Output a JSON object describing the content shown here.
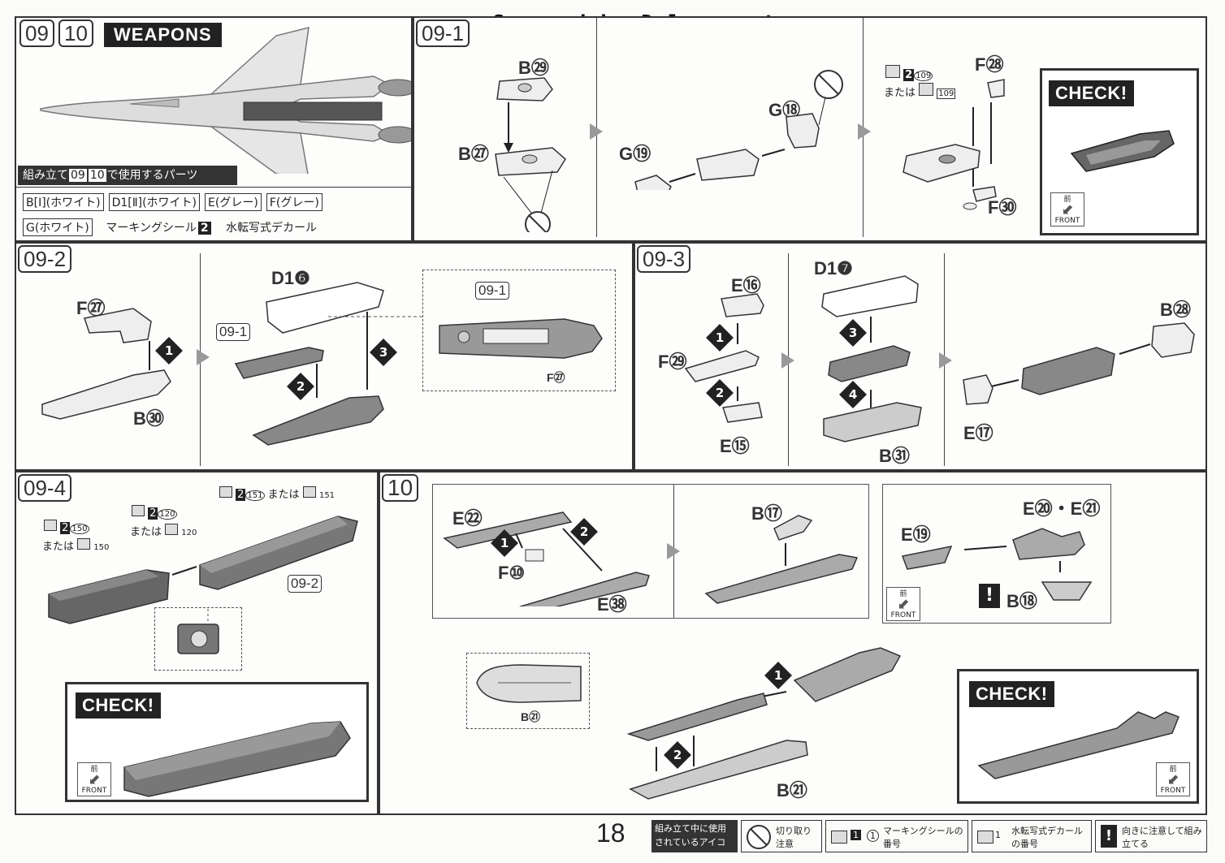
{
  "watermark": "Scanned by Dalong.net",
  "page_number": "18",
  "header": {
    "step_ids": [
      "09",
      "10"
    ],
    "title": "WEAPONS",
    "parts_caption_prefix": "組み立て",
    "parts_caption_steps": [
      "09",
      "10"
    ],
    "parts_caption_suffix": "で使用するパーツ",
    "parts": [
      "B[Ⅰ](ホワイト)",
      "D1[Ⅱ](ホワイト)",
      "E(グレー)",
      "F(グレー)",
      "G(ホワイト)"
    ],
    "marking_seal": "マーキングシール",
    "marking_seal_no": "2",
    "decal": "水転写式デカール"
  },
  "step_09_1": {
    "id": "09-1",
    "labels": [
      "B㉙",
      "B㉗",
      "G⑱",
      "G⑲",
      "F㉘",
      "F㉚"
    ],
    "marking": {
      "seal": "2",
      "seal_no": "109",
      "or": "または",
      "decal_no": "109"
    },
    "check": "CHECK!",
    "front_kanji": "前",
    "front": "FRONT"
  },
  "step_09_2": {
    "id": "09-2",
    "labels": [
      "F㉗",
      "B㉚",
      "D1❻",
      "F㉗"
    ],
    "ref": "09-1",
    "nums": [
      "1",
      "2",
      "3"
    ]
  },
  "step_09_3": {
    "id": "09-3",
    "labels": [
      "E⑯",
      "F㉙",
      "E⑮",
      "D1❼",
      "B㉛",
      "B㉘",
      "E⑰"
    ],
    "nums": [
      "1",
      "2",
      "3",
      "4"
    ]
  },
  "step_09_4": {
    "id": "09-4",
    "m150": {
      "seal": "2",
      "no": "150",
      "or": "または",
      "decal": "150"
    },
    "m120": {
      "seal": "2",
      "no": "120",
      "or": "または",
      "decal": "120"
    },
    "m151": {
      "seal": "2",
      "no": "151",
      "or": "または",
      "decal": "151"
    },
    "ref": "09-2",
    "check": "CHECK!",
    "front_kanji": "前",
    "front": "FRONT"
  },
  "step_10": {
    "id": "10",
    "labels": [
      "E㉒",
      "F⑩",
      "E㊳",
      "B⑰",
      "E⑲",
      "E⑳・E㉑",
      "B⑱",
      "B㉑",
      "B㉑"
    ],
    "nums": [
      "1",
      "2",
      "1",
      "2"
    ],
    "check": "CHECK!",
    "front_kanji": "前",
    "front": "FRONT"
  },
  "legend": {
    "title": "組み立て中に使用されているアイコン",
    "cut": "切り取り注意",
    "marking": "マーキングシールの番号",
    "marking_seal": "1",
    "marking_no": "1",
    "decal": "水転写式デカールの番号",
    "decal_no": "1",
    "caution": "向きに注意して組み立てる"
  }
}
